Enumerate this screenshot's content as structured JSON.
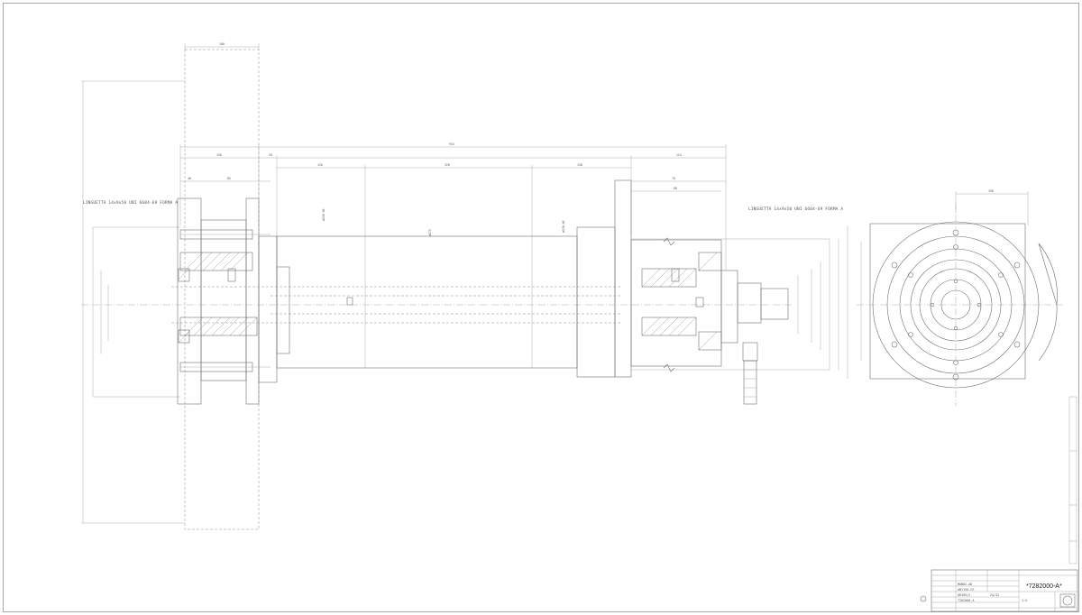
{
  "drawing": {
    "code": "*7282000-A*",
    "notes": {
      "keyway_left": "LINGUETTA 14x9x50 UNI 6604-69 FORMA A",
      "keyway_right": "LINGUETTA 14x9x50 UNI 6604-69 FORMA A"
    },
    "dimensions": {
      "top_width": "180",
      "overall": "953",
      "seg_left": "136",
      "seg_a": "26",
      "seg_b": "120",
      "seg_c": "320",
      "seg_d": "138",
      "seg_e": "124",
      "sub_a": "40",
      "sub_b": "85",
      "sub_c": "70",
      "sub_d": "80",
      "side_view_top": "190"
    },
    "title_block": {
      "row1": "MAN02-AD",
      "row2": "ANT150-CE",
      "row3": "QRI05/2",
      "row4": "7282000-A",
      "scale": "1:5",
      "date": "24/12"
    }
  }
}
